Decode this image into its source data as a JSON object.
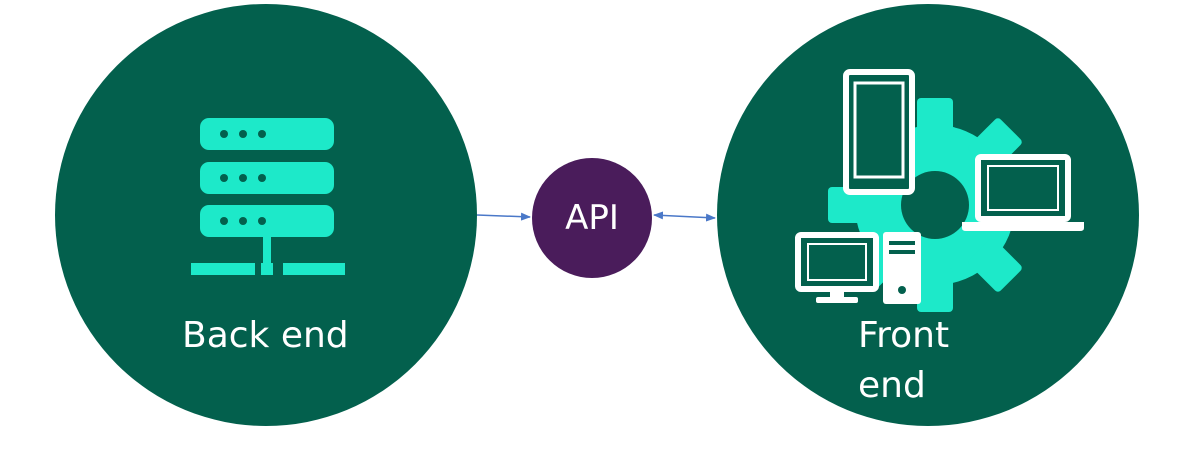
{
  "colors": {
    "circle": "#03604d",
    "accent": "#1de9c9",
    "api": "#4a1c5b",
    "arrow": "#4a78c8",
    "white": "#ffffff"
  },
  "backend": {
    "label": "Back end",
    "icon": "server-icon"
  },
  "api": {
    "label": "API"
  },
  "frontend": {
    "label_line1": "Front",
    "label_line2": "end",
    "icons": [
      "gear-icon",
      "smartphone-icon",
      "laptop-icon",
      "desktop-monitor-icon",
      "tower-pc-icon"
    ]
  },
  "edges": [
    {
      "from": "backend",
      "to": "api",
      "direction": "forward"
    },
    {
      "from": "api",
      "to": "frontend",
      "direction": "both"
    }
  ]
}
